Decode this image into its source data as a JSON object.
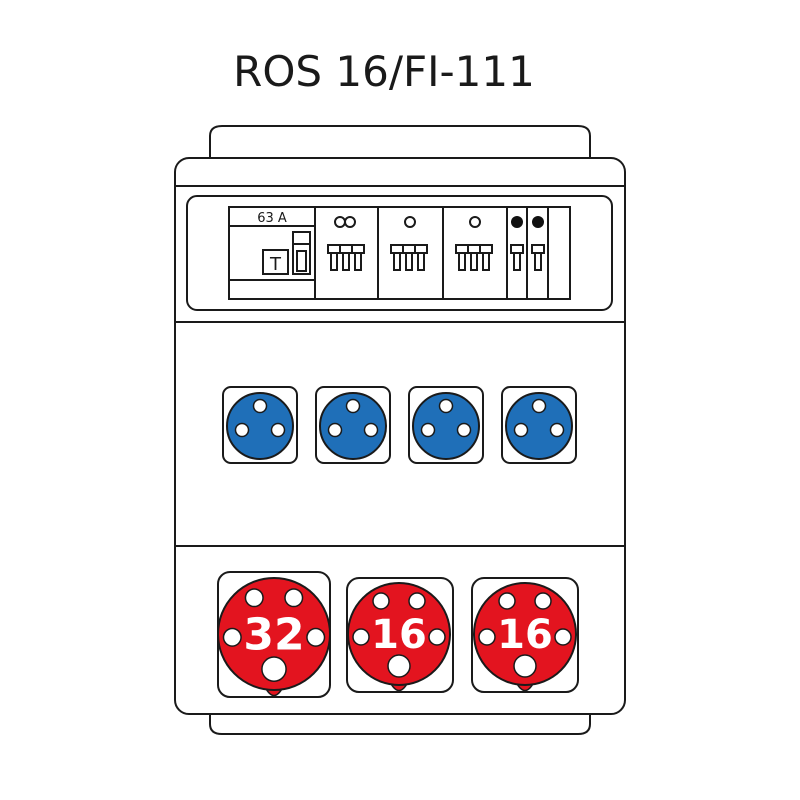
{
  "title": "ROS 16/FI-111",
  "breaker_panel": {
    "main_switch_rating": "63 A",
    "rcd_symbol": "T"
  },
  "sockets_230v": {
    "count": 4,
    "color": "#1f6fb8"
  },
  "sockets_cee": [
    {
      "rating": "32"
    },
    {
      "rating": "16"
    },
    {
      "rating": "16"
    }
  ],
  "colors": {
    "cee_red": "#e3141f",
    "schuko_blue": "#1f6fb8",
    "outline": "#1a1a1a"
  }
}
